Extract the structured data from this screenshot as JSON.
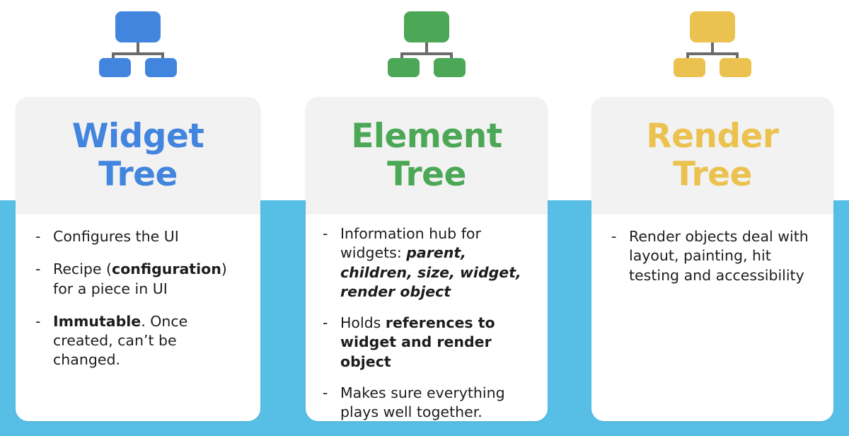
{
  "theme": {
    "band_color": "#57bfe5",
    "card_header_bg": "#f2f2f2",
    "card_body_bg": "#ffffff",
    "page_bg": "#ffffff",
    "connector_color": "#6b6b6b",
    "body_text_color": "#1d1d1d"
  },
  "columns": [
    {
      "id": "widget-tree",
      "accent": "#4285de",
      "icon": "hierarchy-tree-icon",
      "title_line1": "Widget",
      "title_line2": "Tree",
      "bullets": [
        {
          "marker": "-",
          "parts": [
            {
              "text": "Configures the UI",
              "style": "normal"
            }
          ]
        },
        {
          "marker": "-",
          "parts": [
            {
              "text": "Recipe (",
              "style": "normal"
            },
            {
              "text": "configuration",
              "style": "bold"
            },
            {
              "text": ") for a piece in UI",
              "style": "normal"
            }
          ]
        },
        {
          "marker": "-",
          "parts": [
            {
              "text": "Immutable",
              "style": "bold"
            },
            {
              "text": ". Once created, can’t be changed.",
              "style": "normal"
            }
          ]
        }
      ]
    },
    {
      "id": "element-tree",
      "accent": "#4ca856",
      "icon": "hierarchy-tree-icon",
      "title_line1": "Element",
      "title_line2": "Tree",
      "bullets": [
        {
          "marker": "-",
          "parts": [
            {
              "text": "Information hub for widgets: ",
              "style": "normal"
            },
            {
              "text": "parent, children, size, widget, render object",
              "style": "bold-italic"
            }
          ]
        },
        {
          "marker": "-",
          "parts": [
            {
              "text": "Holds ",
              "style": "normal"
            },
            {
              "text": "references to widget and render object",
              "style": "bold"
            }
          ]
        },
        {
          "marker": "-",
          "parts": [
            {
              "text": "Makes sure everything plays well together.",
              "style": "normal"
            }
          ]
        }
      ]
    },
    {
      "id": "render-tree",
      "accent": "#ebc24f",
      "icon": "hierarchy-tree-icon",
      "title_line1": "Render",
      "title_line2": "Tree",
      "bullets": [
        {
          "marker": "-",
          "parts": [
            {
              "text": "Render objects deal with layout, painting, hit testing and accessibility",
              "style": "normal"
            }
          ]
        }
      ]
    }
  ]
}
